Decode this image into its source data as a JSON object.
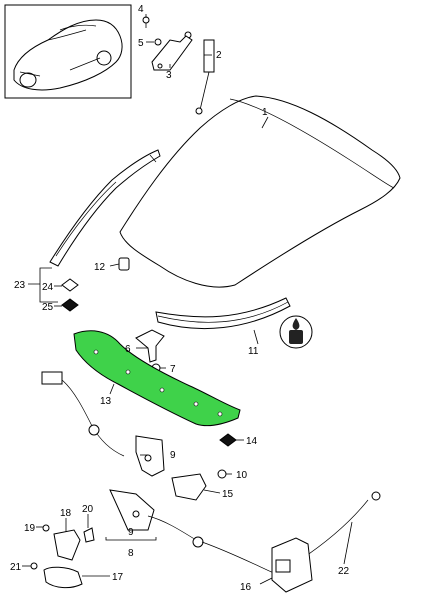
{
  "callouts": [
    {
      "id": "c1",
      "text": "1"
    },
    {
      "id": "c2",
      "text": "2"
    },
    {
      "id": "c3",
      "text": "3"
    },
    {
      "id": "c4",
      "text": "4"
    },
    {
      "id": "c5",
      "text": "5"
    },
    {
      "id": "c6",
      "text": "6"
    },
    {
      "id": "c7",
      "text": "7"
    },
    {
      "id": "c8",
      "text": "8"
    },
    {
      "id": "c9a",
      "text": "9"
    },
    {
      "id": "c9b",
      "text": "9"
    },
    {
      "id": "c10",
      "text": "10"
    },
    {
      "id": "c11",
      "text": "11"
    },
    {
      "id": "c12",
      "text": "12"
    },
    {
      "id": "c13",
      "text": "13"
    },
    {
      "id": "c14",
      "text": "14"
    },
    {
      "id": "c15",
      "text": "15"
    },
    {
      "id": "c16",
      "text": "16"
    },
    {
      "id": "c17",
      "text": "17"
    },
    {
      "id": "c18",
      "text": "18"
    },
    {
      "id": "c19",
      "text": "19"
    },
    {
      "id": "c20",
      "text": "20"
    },
    {
      "id": "c21",
      "text": "21"
    },
    {
      "id": "c22",
      "text": "22"
    },
    {
      "id": "c23",
      "text": "23"
    },
    {
      "id": "c24",
      "text": "24"
    },
    {
      "id": "c25",
      "text": "25"
    }
  ],
  "colors": {
    "highlight_part": "#3fd24a",
    "line": "#000000"
  },
  "icons": [
    "car-thumbnail-icon",
    "grease-lubricant-icon"
  ]
}
